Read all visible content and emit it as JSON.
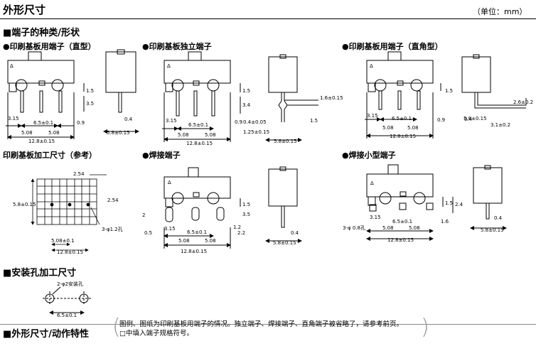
{
  "header": {
    "title": "外形尺寸",
    "unit": "（单位：mm）"
  },
  "sections": {
    "types": "■端子的种类/形状",
    "mount_hole": "■安装孔加工尺寸",
    "characteristics": "■外形尺寸/动作特性"
  },
  "figures": {
    "pcb_straight": "●印刷基板用端子（直型）",
    "pcb_independent": "●印刷基板独立端子",
    "pcb_right_angle": "●印刷基板用端子（直角型）",
    "pcb_cutout": "印刷基板加工尺寸（参考）",
    "solder": "●焊接端子",
    "solder_small": "●焊接小型端子"
  },
  "dims": {
    "d1_5": "1.5",
    "d3_5": "3.5",
    "d3_15": "3.15",
    "d6_5": "6.5±0.1",
    "d5_08": "5.08",
    "d12_8": "12.8±0.15",
    "d0_9": "0.9",
    "d0_4": "0.4",
    "d5_8": "5.8±0.15",
    "d3_4": "3.4",
    "d0_4a": "0.4±0.05",
    "d1_25": "1.25±0.15",
    "d1_6": "1.6±0.15",
    "d2_6": "2.6±0.2",
    "d3_1": "3.1±0.2",
    "d2_54": "2.54",
    "d1_2": "3-φ1.2孔",
    "d2": "2",
    "d0_5": "0.5",
    "d1_2b": "1.2",
    "d2_2": "2.2",
    "d2_4": "2.4",
    "d1_6b": "1.6",
    "d0_8": "3-φ 0.8孔",
    "d2_hole": "2-φ2安装孔",
    "d5_08a": "5.08±0.1",
    "d12_8a": "12.8±0.15",
    "d5_8a": "5.8±0.15",
    "d6_5a": "6.5±0.1",
    "delta": "Δ"
  },
  "notes": {
    "line1": "图例、图纸为印刷基板用端子的情况。独立端子、焊接端子、直角端子被省略了，请参考前页。",
    "line2": "□中填入端子规格符号。"
  }
}
